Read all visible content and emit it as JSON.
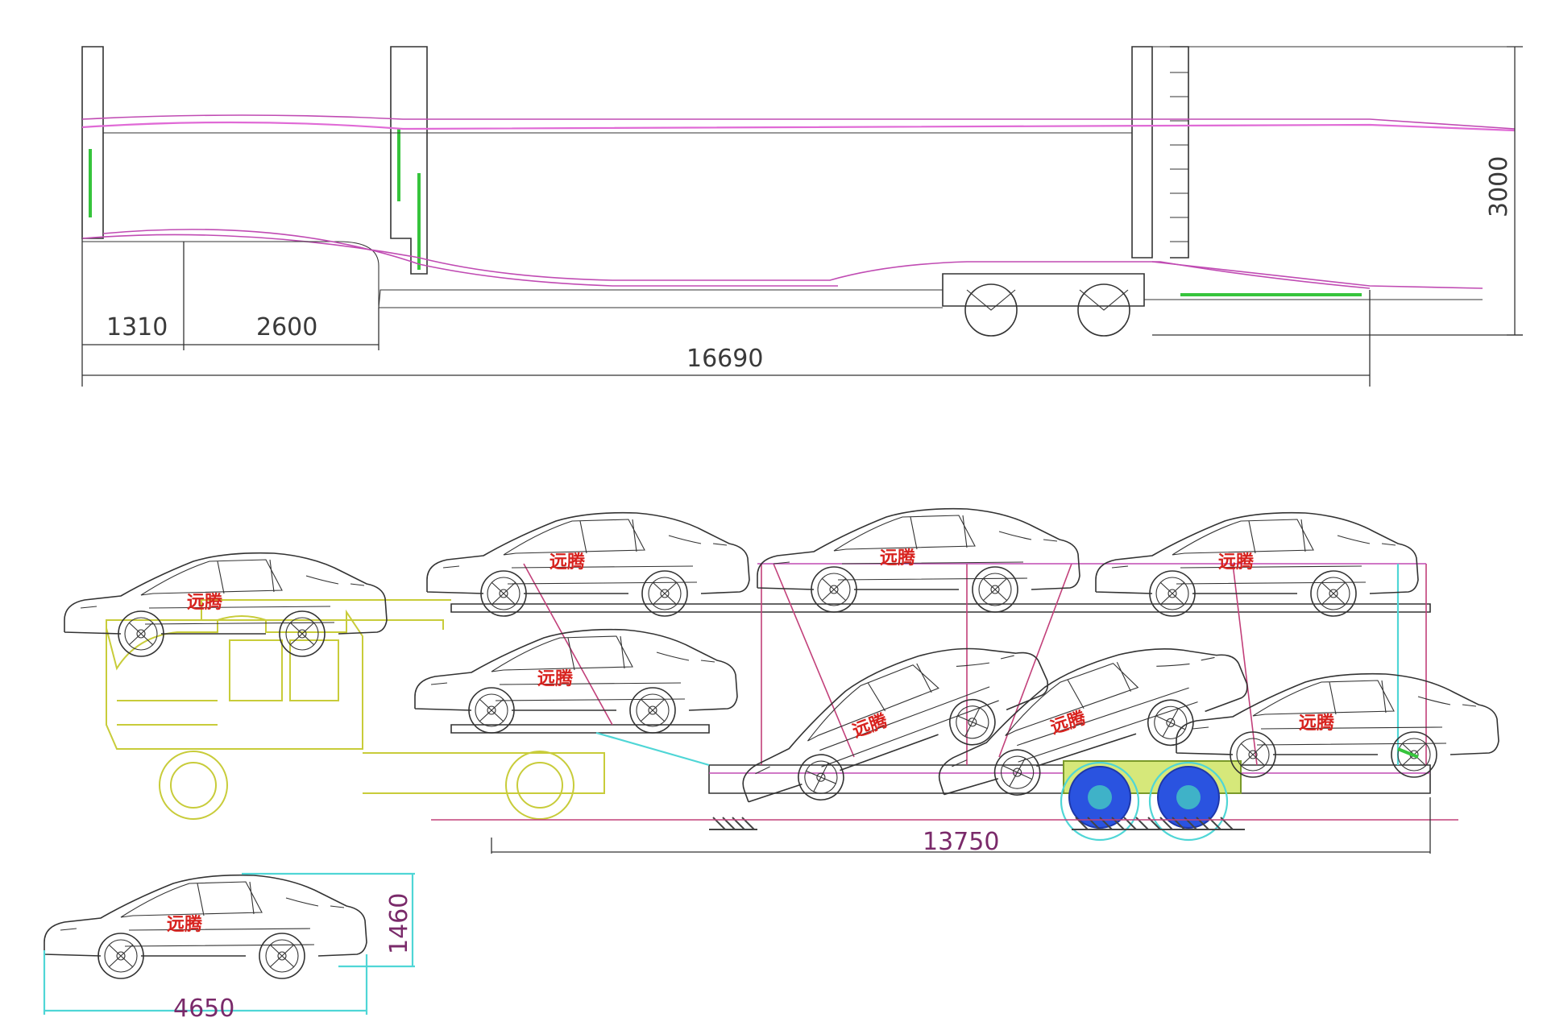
{
  "drawing": {
    "top_view": {
      "dim_front_overhang": "1310",
      "dim_kingpin_offset": "2600",
      "dim_overall_length": "16690",
      "dim_height": "3000"
    },
    "loaded_view": {
      "dim_trailer_length": "13750",
      "brand_mark": "远腾"
    },
    "car_detail": {
      "dim_car_length": "4650",
      "dim_car_height": "1460"
    }
  },
  "colors": {
    "outline": "#333333",
    "frame_pink": "#c04bb3",
    "cylinder_green": "#36c43c",
    "tractor_yellow": "#c8cc3a",
    "dimension_cyan": "#4fd6d6",
    "axle_blue": "#1f4fd6",
    "brand_red": "#d8231f"
  }
}
